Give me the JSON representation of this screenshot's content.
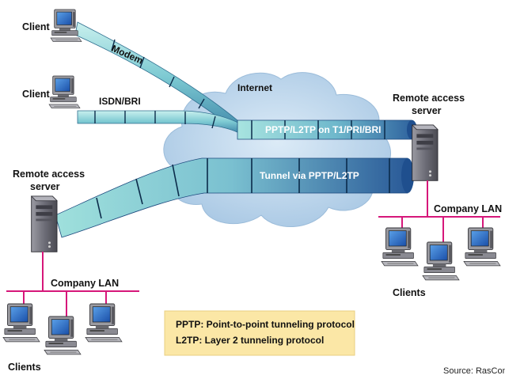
{
  "labels": {
    "client_top": "Client",
    "client_mid": "Client",
    "modem": "Modem",
    "isdn": "ISDN/BRI",
    "internet": "Internet",
    "pptp_t1": "PPTP/L2TP on T1/PRI/BRI",
    "tunnel": "Tunnel via PPTP/L2TP",
    "ras_left_line1": "Remote access",
    "ras_left_line2": "server",
    "ras_right_line1": "Remote access",
    "ras_right_line2": "server",
    "lan_left": "Company LAN",
    "lan_right": "Company LAN",
    "clients_left": "Clients",
    "clients_right": "Clients"
  },
  "legend": {
    "line1": "PPTP: Point-to-point tunneling protocol",
    "line2": "L2TP: Layer 2 tunneling protocol"
  },
  "source": "Source: RasCom",
  "colors": {
    "cloud": "#bcd6ec",
    "tube_light": "#8fd8d8",
    "tube_dark": "#1f4f8e",
    "lan_line": "#d6177a",
    "legend_bg": "#fbe7a6",
    "server": "#7d7d85"
  }
}
